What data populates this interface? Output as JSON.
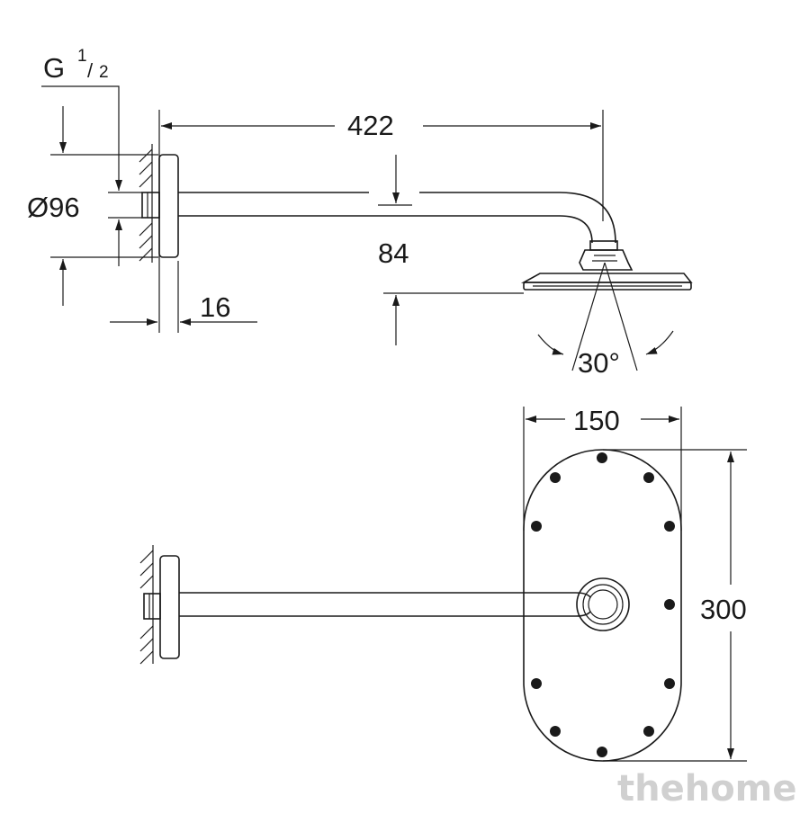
{
  "dimensions": {
    "thread_main": "G",
    "thread_num": "1",
    "thread_den": "2",
    "flange_diameter": "Ø96",
    "arm_length": "422",
    "drop_height": "84",
    "flange_depth": "16",
    "tilt_angle": "30°",
    "head_width": "150",
    "head_length": "300"
  },
  "watermark": "thehome"
}
